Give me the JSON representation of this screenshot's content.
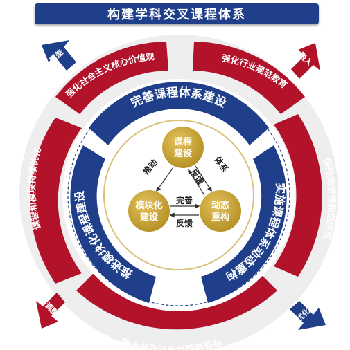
{
  "title": "构建学科交叉课程体系",
  "colors": {
    "red": "#b3122b",
    "blue": "#1f3f8a",
    "gold": "#c9a53a",
    "ring_gray": "#eeeeee",
    "inner_border": "#d9c27a"
  },
  "outer_ring": {
    "top_left": "强化社会主义核心价值观",
    "top_right": "强化行业规范教育",
    "right": "保持先进性和适应性",
    "bottom": "专业课程体系的动态平衡",
    "left": "课程和模块持续优化"
  },
  "corner_arrows": {
    "top_left": "覆盖",
    "top_right": "融入",
    "bottom_left": "调整",
    "bottom_right": "优化"
  },
  "inner_ring": {
    "top": "完善课程体系建设",
    "left": "推进模块化课程建设",
    "right": "实施课程体系动态重构"
  },
  "center_cycle": {
    "node_top": [
      "课程",
      "建设"
    ],
    "node_left": [
      "模块化",
      "建设"
    ],
    "node_right": [
      "动态",
      "重构"
    ],
    "edge_left": "推动",
    "edge_right_outer": "体系",
    "edge_right_inner": "反馈",
    "edge_bottom_top": "完善",
    "edge_bottom_bottom": "反馈"
  }
}
